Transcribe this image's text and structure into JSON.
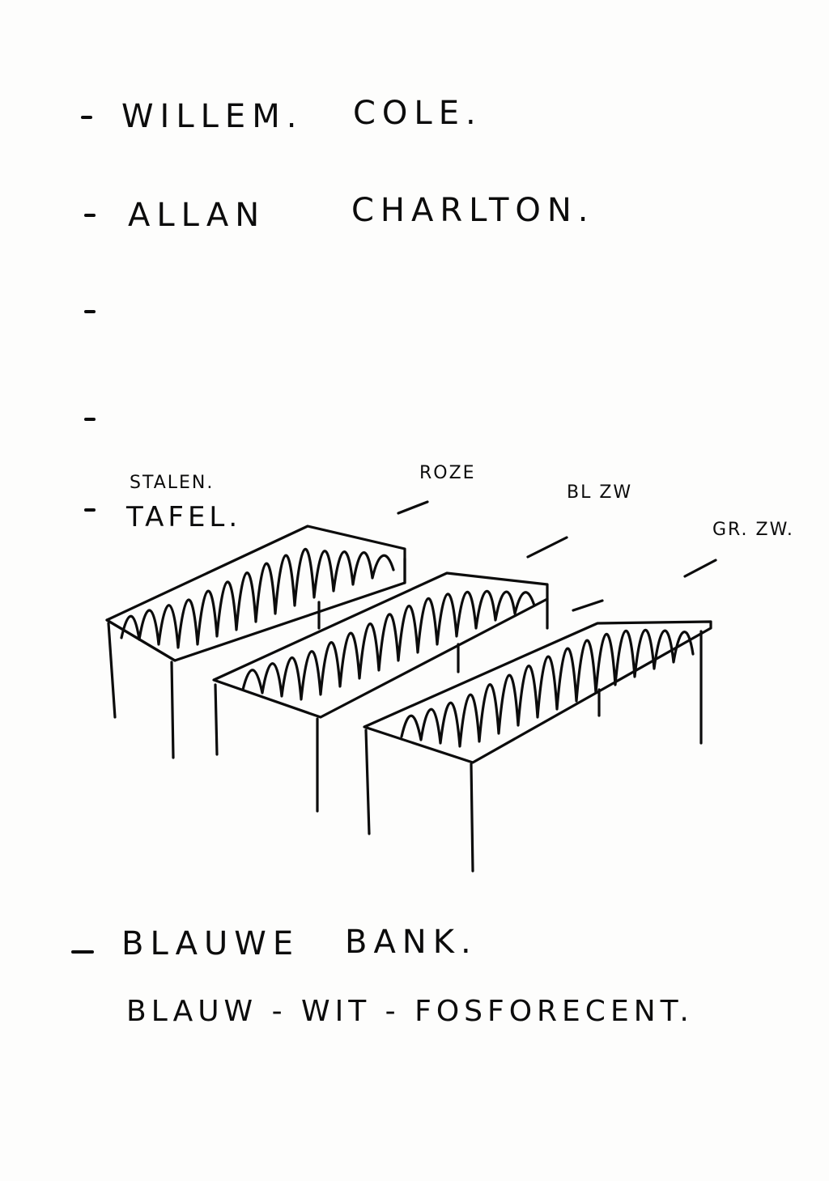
{
  "notes": {
    "line1": {
      "left": "WILLEM.",
      "right": "COLE."
    },
    "line2": {
      "left": "ALLAN",
      "right": "CHARLTON."
    },
    "line5": {
      "top": "STALEN.",
      "bottom": "TAFEL."
    },
    "labels": {
      "table1": "ROZE",
      "table2": "BL ZW",
      "table3": "GR. ZW."
    },
    "line6": {
      "left": "BLAUWE",
      "right": "BANK."
    },
    "line7": "BLAUW - WIT - FOSFORECENT."
  },
  "colors": {
    "paper": "#fdfdfc",
    "ink": "#0c0c0c"
  }
}
